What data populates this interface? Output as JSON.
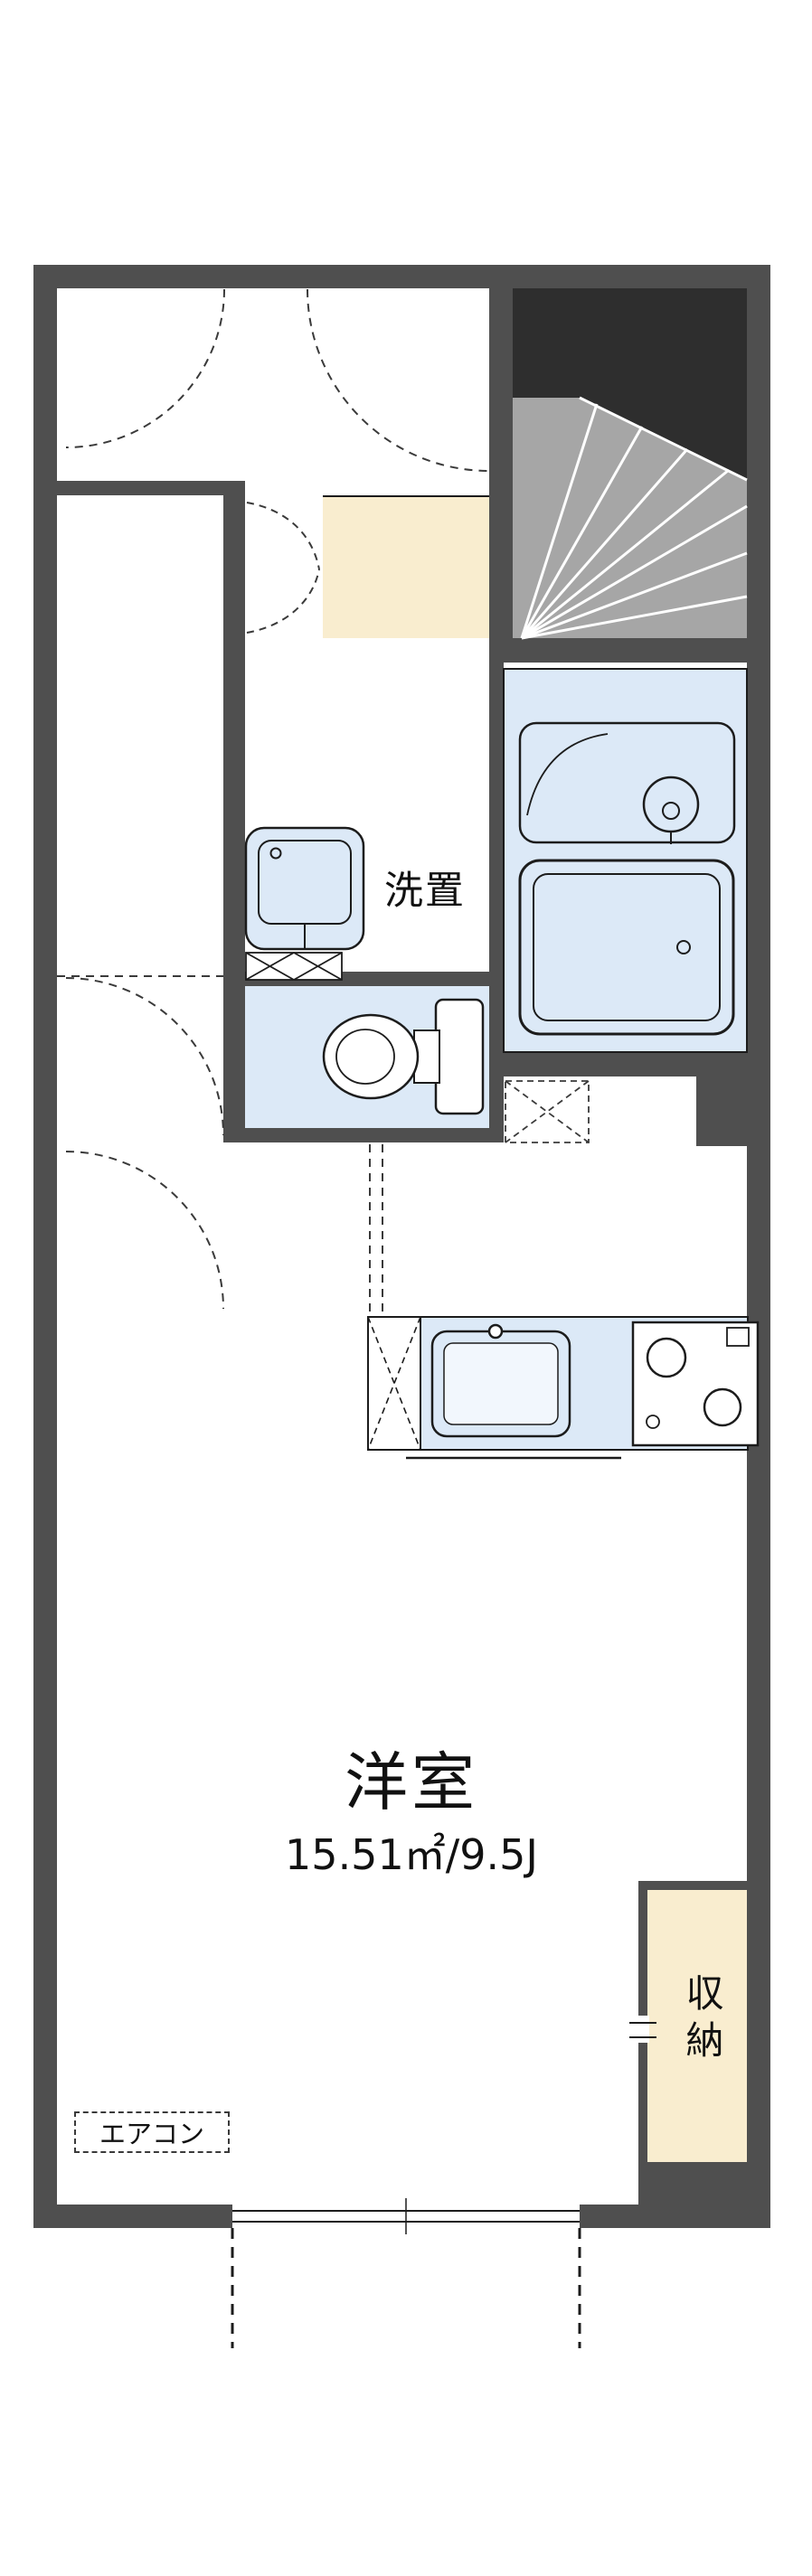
{
  "labels": {
    "washroom": "洗置",
    "main_room": "洋室",
    "main_room_size": "15.51㎡/9.5J",
    "storage": "収納",
    "aircon": "エアコン"
  },
  "colors": {
    "wall": "#4f4f4f",
    "water": "#dce9f7",
    "water_inner": "#f2f7fd",
    "cream": "#f9edcf",
    "stair_dark": "#2e2e2e",
    "stair_mid": "#a6a6a6",
    "line": "#1c1c1c",
    "dash": "#3a3a3a",
    "paper": "#ffffff"
  }
}
